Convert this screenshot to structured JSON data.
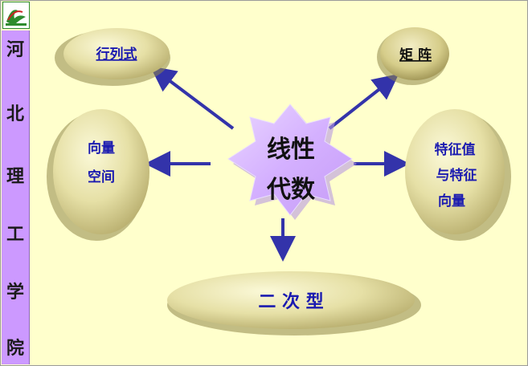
{
  "sidebar": {
    "chars": [
      "河",
      "北",
      "理",
      "工",
      "学",
      "院"
    ]
  },
  "center": {
    "line1": "线性",
    "line2": "代数"
  },
  "nodes": {
    "determinant": "行列式",
    "matrix": "矩  阵",
    "vector_space": {
      "line1": "向量",
      "line2": "空间"
    },
    "eigen": {
      "line1": "特征值",
      "line2": "与特征",
      "line3": "向量"
    },
    "quadratic": "二  次  型"
  },
  "colors": {
    "background": "#ffffcc",
    "sidebar": "#cc99ff",
    "arrow": "#3333aa",
    "star": "#d9b3ff",
    "node_text": "#1a1ab0"
  }
}
